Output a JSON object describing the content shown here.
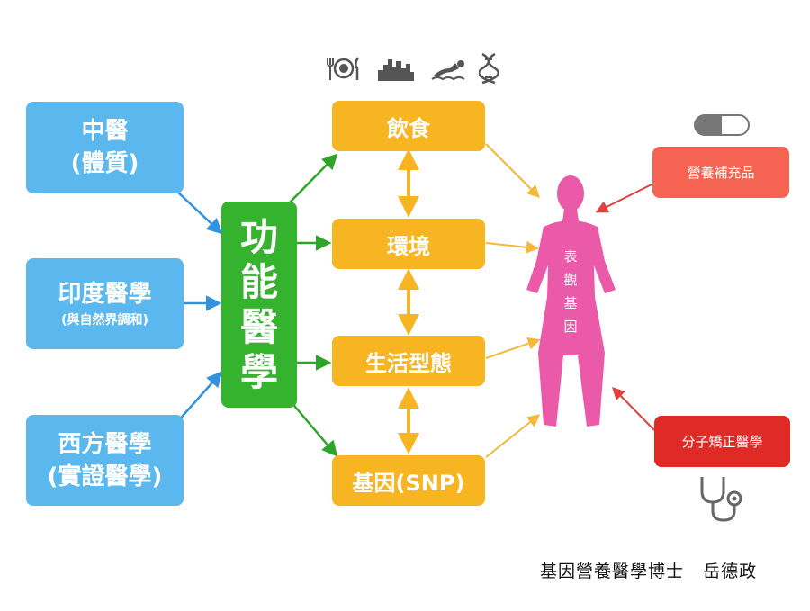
{
  "left_boxes": [
    {
      "line1": "中醫",
      "line2": "(體質)"
    },
    {
      "line1": "印度醫學",
      "line2": "(與自然界調和)"
    },
    {
      "line1": "西方醫學",
      "line2": "(實證醫學)"
    }
  ],
  "center": {
    "label": "功能醫學"
  },
  "factors": [
    "飲食",
    "環境",
    "生活型態",
    "基因(SNP)"
  ],
  "figure": {
    "label": "表觀基因"
  },
  "right_boxes": {
    "supplements": "營養補充品",
    "orthomolecular": "分子矯正醫學"
  },
  "icons": [
    "dining-icon",
    "city-skyline-icon",
    "swimmer-icon",
    "dna-icon",
    "capsule-icon",
    "stethoscope-icon"
  ],
  "footer": {
    "credit": "基因營養醫學博士",
    "name": "岳德政"
  },
  "colors": {
    "blue": "#5bb8ef",
    "green": "#35b22e",
    "yellow": "#f7b521",
    "pink": "#ea5aa9",
    "coral": "#f56452",
    "red": "#e02a26"
  }
}
